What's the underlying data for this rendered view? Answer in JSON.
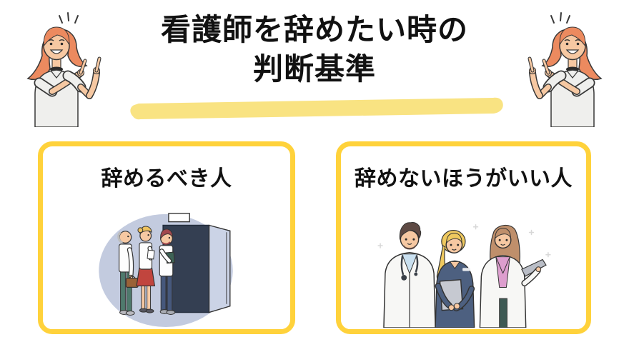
{
  "page": {
    "background": "#FFFFFF"
  },
  "header": {
    "title_line1": "看護師を辞めたい時の",
    "title_line2": "判断基準"
  },
  "cards": {
    "left": {
      "title": "辞めるべき人",
      "illustration": "exit-queue-illustration"
    },
    "right": {
      "title": "辞めないほうがいい人",
      "illustration": "medical-team-illustration"
    }
  },
  "decorations": {
    "left_figure": "pointing-woman-illustration",
    "right_figure": "pointing-woman-illustration-mirrored",
    "underline": "yellow-brush-underline"
  },
  "colors": {
    "card_border_yellow": "#FFD23B",
    "brush_highlight_yellow": "#F9E382",
    "title_text": "#111111",
    "queue_backdrop_blue_gray": "#C3CBDF",
    "door_navy": "#343F52",
    "scrubs_navy": "#4D6080",
    "hair_orange": "#EC8A5F",
    "skirt_red": "#C1453E",
    "briefcase_brown": "#9A6238",
    "folder_green": "#3E6356"
  }
}
